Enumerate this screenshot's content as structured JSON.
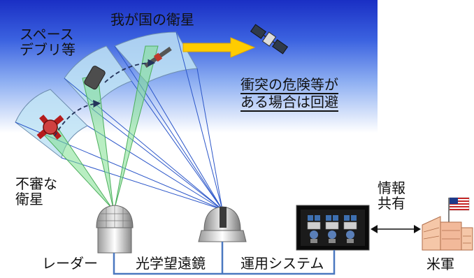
{
  "labels": {
    "space_debris_line1": "スペース",
    "space_debris_line2": "デブリ等",
    "our_satellite": "我が国の衛星",
    "avoid_line1": "衝突の危険等が",
    "avoid_line2": "ある場合は回避",
    "suspicious_line1": "不審な",
    "suspicious_line2": "衛星",
    "info_line1": "情報",
    "info_line2": "共有",
    "radar": "レーダー",
    "optical_telescope": "光学望遠鏡",
    "ops_system": "運用システム",
    "us_military": "米軍"
  },
  "colors": {
    "sky_top": "#1a2fc4",
    "beam_green": "#7fe08f",
    "beam_blue": "#2b56c9",
    "arrow_yellow": "#ffcc00",
    "panel_fill": "#bfe3f4",
    "connector": "#4a78c0"
  }
}
